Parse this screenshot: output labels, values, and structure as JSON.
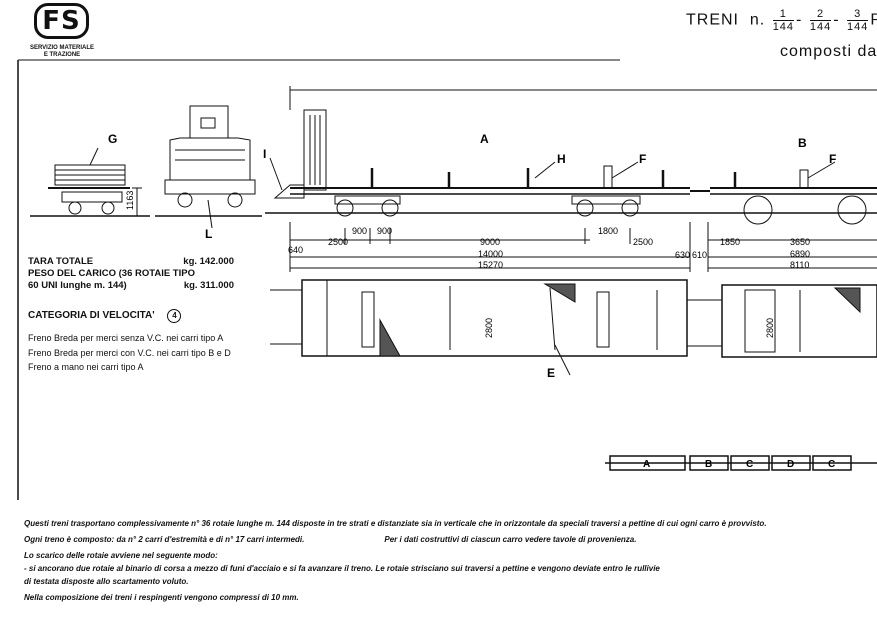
{
  "header": {
    "logo_text": "FS",
    "logo_subtitle_1": "SERVIZIO MATERIALE",
    "logo_subtitle_2": "E TRAZIONE",
    "title_prefix": "TRENI  n.",
    "fractions": [
      {
        "num": "1",
        "den": "144"
      },
      {
        "num": "2",
        "den": "144"
      },
      {
        "num": "3",
        "den": "144"
      }
    ],
    "title_suffix": "PE",
    "subtitle": "composti da"
  },
  "specs": {
    "tara_label": "TARA TOTALE",
    "tara_value": "kg. 142.000",
    "peso_label_1": "PESO DEL CARICO (36 ROTAIE TIPO",
    "peso_label_2": "60 UNI lunghe m. 144)",
    "peso_value": "kg. 311.000",
    "category_label": "CATEGORIA DI VELOCITA'",
    "category_value": "4",
    "brakes": [
      "Freno Breda per merci senza V.C. nei carri tipo A",
      "Freno Breda per merci con V.C. nei carri tipo B e D",
      "Freno a mano nei carri tipo A"
    ]
  },
  "diagram": {
    "labels": {
      "G": "G",
      "L": "L",
      "I": "I",
      "A": "A",
      "B": "B",
      "H": "H",
      "F1": "F",
      "F2": "F",
      "E": "E"
    },
    "height_dim": "1163",
    "dims": {
      "d640": "640",
      "d2500a": "2500",
      "d900a": "900",
      "d900b": "900",
      "d1800": "1800",
      "d2500b": "2500",
      "d9000": "9000",
      "d14000": "14000",
      "d15270": "15270",
      "d630": "630",
      "d610": "610",
      "d1850": "1850",
      "d3650": "3650",
      "d6890": "6890",
      "d8110": "8110",
      "d2800a": "2800",
      "d2800b": "2800"
    },
    "train_sequence": [
      "A",
      "B",
      "C",
      "D",
      "C"
    ]
  },
  "notes": [
    "Questi treni trasportano complessivamente n° 36 rotaie lunghe m. 144 disposte in tre strati e distanziate sia in verticale che in orizzontale da speciali traversi a pettine di cui ogni carro è provvisto.",
    "Ogni treno è composto: da n° 2 carri d'estremità e di n° 17 carri intermedi.",
    "Per i dati costruttivi di ciascun carro vedere tavole di provenienza.",
    "Lo scarico delle rotaie avviene nel seguente modo:",
    "- si ancorano due rotaie al binario di corsa a mezzo di funi d'acciaio e si fa avanzare il treno. Le rotaie strisciano sui traversi a pettine e vengono deviate entro le rullivie",
    "di testata disposte allo scartamento voluto.",
    "Nella composizione dei treni i respingenti vengono compressi di 10 mm."
  ]
}
